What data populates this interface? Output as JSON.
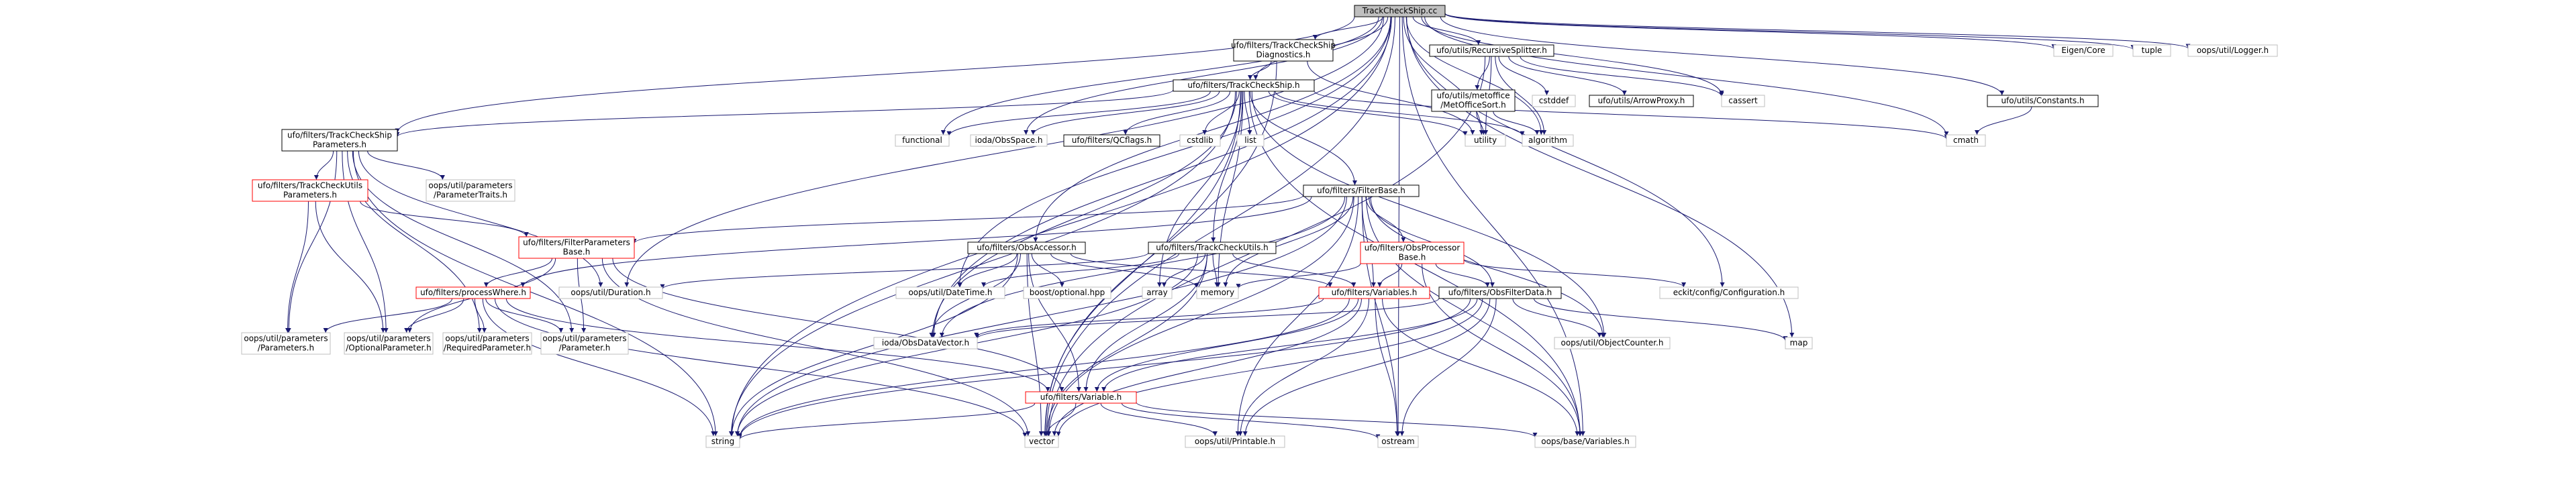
{
  "colors": {
    "edge": "#191970",
    "root_fill": "#bfbfbf",
    "file_fill": "#ffffff",
    "file_stroke": "#000000",
    "external_stroke": "#bfbfbf",
    "highlight_stroke": "#ff0000",
    "text": "#000000"
  },
  "nodes": {
    "root": {
      "lines": [
        "TrackCheckShip.cc"
      ],
      "kind": "root"
    },
    "tcs_diag": {
      "lines": [
        "ufo/filters/TrackCheckShip",
        "Diagnostics.h"
      ],
      "kind": "file"
    },
    "rec_split": {
      "lines": [
        "ufo/utils/RecursiveSplitter.h"
      ],
      "kind": "file"
    },
    "eigen": {
      "lines": [
        "Eigen/Core"
      ],
      "kind": "external"
    },
    "tuple": {
      "lines": [
        "tuple"
      ],
      "kind": "external"
    },
    "logger": {
      "lines": [
        "oops/util/Logger.h"
      ],
      "kind": "external"
    },
    "tcs_h": {
      "lines": [
        "ufo/filters/TrackCheckShip.h"
      ],
      "kind": "file"
    },
    "metoffice": {
      "lines": [
        "ufo/utils/metoffice",
        "/MetOfficeSort.h"
      ],
      "kind": "file"
    },
    "cstddef": {
      "lines": [
        "cstddef"
      ],
      "kind": "external"
    },
    "arrowproxy": {
      "lines": [
        "ufo/utils/ArrowProxy.h"
      ],
      "kind": "file"
    },
    "cassert": {
      "lines": [
        "cassert"
      ],
      "kind": "external"
    },
    "constants": {
      "lines": [
        "ufo/utils/Constants.h"
      ],
      "kind": "file"
    },
    "tcsp": {
      "lines": [
        "ufo/filters/TrackCheckShip",
        "Parameters.h"
      ],
      "kind": "file"
    },
    "functional": {
      "lines": [
        "functional"
      ],
      "kind": "external"
    },
    "obsspace": {
      "lines": [
        "ioda/ObsSpace.h"
      ],
      "kind": "external"
    },
    "qcflags": {
      "lines": [
        "ufo/filters/QCflags.h"
      ],
      "kind": "file"
    },
    "cstdlib": {
      "lines": [
        "cstdlib"
      ],
      "kind": "external"
    },
    "list": {
      "lines": [
        "list"
      ],
      "kind": "external"
    },
    "utility": {
      "lines": [
        "utility"
      ],
      "kind": "external"
    },
    "algorithm": {
      "lines": [
        "algorithm"
      ],
      "kind": "external"
    },
    "cmath": {
      "lines": [
        "cmath"
      ],
      "kind": "external"
    },
    "paramtraits": {
      "lines": [
        "oops/util/parameters",
        "/ParameterTraits.h"
      ],
      "kind": "external"
    },
    "tcup": {
      "lines": [
        "ufo/filters/TrackCheckUtils",
        "Parameters.h"
      ],
      "kind": "highlight"
    },
    "filterbase": {
      "lines": [
        "ufo/filters/FilterBase.h"
      ],
      "kind": "file"
    },
    "fpb": {
      "lines": [
        "ufo/filters/FilterParameters",
        "Base.h"
      ],
      "kind": "highlight"
    },
    "obsaccessor": {
      "lines": [
        "ufo/filters/ObsAccessor.h"
      ],
      "kind": "file"
    },
    "tcu": {
      "lines": [
        "ufo/filters/TrackCheckUtils.h"
      ],
      "kind": "file"
    },
    "opb": {
      "lines": [
        "ufo/filters/ObsProcessor",
        "Base.h"
      ],
      "kind": "highlight"
    },
    "duration": {
      "lines": [
        "oops/util/Duration.h"
      ],
      "kind": "external"
    },
    "datetime": {
      "lines": [
        "oops/util/DateTime.h"
      ],
      "kind": "external"
    },
    "boostopt": {
      "lines": [
        "boost/optional.hpp"
      ],
      "kind": "external"
    },
    "array": {
      "lines": [
        "array"
      ],
      "kind": "external"
    },
    "memory": {
      "lines": [
        "memory"
      ],
      "kind": "external"
    },
    "variables": {
      "lines": [
        "ufo/filters/Variables.h"
      ],
      "kind": "highlight"
    },
    "eckitconf": {
      "lines": [
        "eckit/config/Configuration.h"
      ],
      "kind": "external"
    },
    "processwhere": {
      "lines": [
        "ufo/filters/processWhere.h"
      ],
      "kind": "highlight"
    },
    "obsfilterdata": {
      "lines": [
        "ufo/filters/ObsFilterData.h"
      ],
      "kind": "file"
    },
    "map": {
      "lines": [
        "map"
      ],
      "kind": "external"
    },
    "params": {
      "lines": [
        "oops/util/parameters",
        "/Parameters.h"
      ],
      "kind": "external"
    },
    "optparam": {
      "lines": [
        "oops/util/parameters",
        "/OptionalParameter.h"
      ],
      "kind": "external"
    },
    "reqparam": {
      "lines": [
        "oops/util/parameters",
        "/RequiredParameter.h"
      ],
      "kind": "external"
    },
    "param": {
      "lines": [
        "oops/util/parameters",
        "/Parameter.h"
      ],
      "kind": "external"
    },
    "obsdatavector": {
      "lines": [
        "ioda/ObsDataVector.h"
      ],
      "kind": "external"
    },
    "variable": {
      "lines": [
        "ufo/filters/Variable.h"
      ],
      "kind": "highlight"
    },
    "objcounter": {
      "lines": [
        "oops/util/ObjectCounter.h"
      ],
      "kind": "external"
    },
    "string": {
      "lines": [
        "string"
      ],
      "kind": "external"
    },
    "vector": {
      "lines": [
        "vector"
      ],
      "kind": "external"
    },
    "printable": {
      "lines": [
        "oops/util/Printable.h"
      ],
      "kind": "external"
    },
    "ostream": {
      "lines": [
        "ostream"
      ],
      "kind": "external"
    },
    "basevars": {
      "lines": [
        "oops/base/Variables.h"
      ],
      "kind": "external"
    }
  },
  "edges": [
    [
      "root",
      "tcs_diag"
    ],
    [
      "root",
      "rec_split"
    ],
    [
      "root",
      "eigen"
    ],
    [
      "root",
      "tuple"
    ],
    [
      "root",
      "logger"
    ],
    [
      "root",
      "tcs_h"
    ],
    [
      "root",
      "tcsp"
    ],
    [
      "root",
      "functional"
    ],
    [
      "root",
      "obsspace"
    ],
    [
      "root",
      "obsaccessor"
    ],
    [
      "root",
      "cassert"
    ],
    [
      "root",
      "algorithm"
    ],
    [
      "root",
      "cmath"
    ],
    [
      "root",
      "constants"
    ],
    [
      "root",
      "map"
    ],
    [
      "root",
      "eckitconf"
    ],
    [
      "root",
      "duration"
    ],
    [
      "root",
      "datetime"
    ],
    [
      "root",
      "obsdatavector"
    ],
    [
      "root",
      "string"
    ],
    [
      "root",
      "vector"
    ],
    [
      "root",
      "utility"
    ],
    [
      "root",
      "basevars"
    ],
    [
      "root",
      "ostream"
    ],
    [
      "tcs_diag",
      "tcs_h"
    ],
    [
      "tcs_diag",
      "vector"
    ],
    [
      "tcs_diag",
      "utility"
    ],
    [
      "rec_split",
      "metoffice"
    ],
    [
      "rec_split",
      "cstddef"
    ],
    [
      "rec_split",
      "arrowproxy"
    ],
    [
      "rec_split",
      "cassert"
    ],
    [
      "rec_split",
      "algorithm"
    ],
    [
      "rec_split",
      "utility"
    ],
    [
      "rec_split",
      "vector"
    ],
    [
      "metoffice",
      "utility"
    ],
    [
      "metoffice",
      "algorithm"
    ],
    [
      "constants",
      "cmath"
    ],
    [
      "tcs_h",
      "tcsp"
    ],
    [
      "tcs_h",
      "functional"
    ],
    [
      "tcs_h",
      "obsspace"
    ],
    [
      "tcs_h",
      "qcflags"
    ],
    [
      "tcs_h",
      "cstdlib"
    ],
    [
      "tcs_h",
      "list"
    ],
    [
      "tcs_h",
      "utility"
    ],
    [
      "tcs_h",
      "algorithm"
    ],
    [
      "tcs_h",
      "cmath"
    ],
    [
      "tcs_h",
      "filterbase"
    ],
    [
      "tcs_h",
      "tcu"
    ],
    [
      "tcs_h",
      "memory"
    ],
    [
      "tcs_h",
      "array"
    ],
    [
      "tcs_h",
      "string"
    ],
    [
      "tcs_h",
      "vector"
    ],
    [
      "tcs_h",
      "objcounter"
    ],
    [
      "tcs_h",
      "basevars"
    ],
    [
      "tcs_h",
      "obsdatavector"
    ],
    [
      "tcsp",
      "paramtraits"
    ],
    [
      "tcsp",
      "tcup"
    ],
    [
      "tcsp",
      "duration"
    ],
    [
      "tcsp",
      "params"
    ],
    [
      "tcsp",
      "optparam"
    ],
    [
      "tcsp",
      "reqparam"
    ],
    [
      "tcsp",
      "param"
    ],
    [
      "tcsp",
      "string"
    ],
    [
      "tcup",
      "fpb"
    ],
    [
      "tcup",
      "optparam"
    ],
    [
      "tcup",
      "params"
    ],
    [
      "filterbase",
      "fpb"
    ],
    [
      "filterbase",
      "opb"
    ],
    [
      "filterbase",
      "variables"
    ],
    [
      "filterbase",
      "obsfilterdata"
    ],
    [
      "filterbase",
      "memory"
    ],
    [
      "filterbase",
      "obsdatavector"
    ],
    [
      "filterbase",
      "objcounter"
    ],
    [
      "filterbase",
      "printable"
    ],
    [
      "filterbase",
      "processwhere"
    ],
    [
      "filterbase",
      "string"
    ],
    [
      "filterbase",
      "vector"
    ],
    [
      "filterbase",
      "ostream"
    ],
    [
      "filterbase",
      "basevars"
    ],
    [
      "fpb",
      "processwhere"
    ],
    [
      "fpb",
      "variable"
    ],
    [
      "fpb",
      "optparam"
    ],
    [
      "fpb",
      "param"
    ],
    [
      "fpb",
      "vector"
    ],
    [
      "obsaccessor",
      "variables"
    ],
    [
      "obsaccessor",
      "datetime"
    ],
    [
      "obsaccessor",
      "boostopt"
    ],
    [
      "obsaccessor",
      "memory"
    ],
    [
      "obsaccessor",
      "vector"
    ],
    [
      "obsaccessor",
      "obsdatavector"
    ],
    [
      "obsaccessor",
      "string"
    ],
    [
      "obsaccessor",
      "variable"
    ],
    [
      "tcu",
      "duration"
    ],
    [
      "tcu",
      "datetime"
    ],
    [
      "tcu",
      "array"
    ],
    [
      "tcu",
      "memory"
    ],
    [
      "tcu",
      "variables"
    ],
    [
      "tcu",
      "variable"
    ],
    [
      "tcu",
      "vector"
    ],
    [
      "tcu",
      "string"
    ],
    [
      "opb",
      "memory"
    ],
    [
      "opb",
      "variables"
    ],
    [
      "opb",
      "obsfilterdata"
    ],
    [
      "opb",
      "eckitconf"
    ],
    [
      "opb",
      "basevars"
    ],
    [
      "variables",
      "variable"
    ],
    [
      "variables",
      "printable"
    ],
    [
      "variables",
      "ostream"
    ],
    [
      "variables",
      "vector"
    ],
    [
      "variables",
      "string"
    ],
    [
      "variables",
      "basevars"
    ],
    [
      "variables",
      "obsdatavector"
    ],
    [
      "processwhere",
      "params"
    ],
    [
      "processwhere",
      "optparam"
    ],
    [
      "processwhere",
      "reqparam"
    ],
    [
      "processwhere",
      "param"
    ],
    [
      "processwhere",
      "variable"
    ],
    [
      "processwhere",
      "string"
    ],
    [
      "processwhere",
      "vector"
    ],
    [
      "obsfilterdata",
      "variable"
    ],
    [
      "obsfilterdata",
      "obsdatavector"
    ],
    [
      "obsfilterdata",
      "map"
    ],
    [
      "obsfilterdata",
      "objcounter"
    ],
    [
      "obsfilterdata",
      "printable"
    ],
    [
      "obsfilterdata",
      "ostream"
    ],
    [
      "obsfilterdata",
      "string"
    ],
    [
      "obsfilterdata",
      "vector"
    ],
    [
      "variable",
      "string"
    ],
    [
      "variable",
      "vector"
    ],
    [
      "variable",
      "printable"
    ],
    [
      "variable",
      "ostream"
    ],
    [
      "variable",
      "basevars"
    ]
  ]
}
